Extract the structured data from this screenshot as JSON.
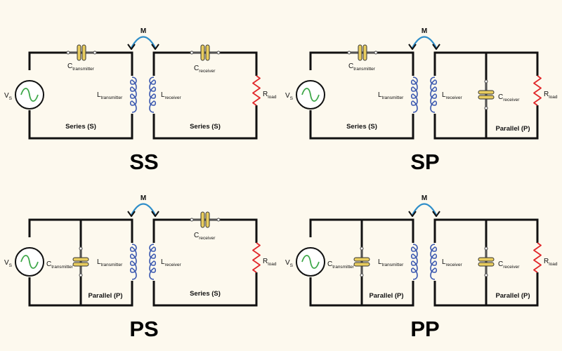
{
  "diagram": {
    "colors": {
      "background": "#fdf9ee",
      "wire": "#111111",
      "capacitor": "#e9cd5e",
      "inductor": "#3a58b0",
      "resistor": "#e0282b",
      "source_wave": "#3fa84a",
      "mutual_arrow": "#2f8ec9"
    },
    "labels": {
      "mutual": "M",
      "source_main": "V",
      "source_sub": "S",
      "c": "C",
      "transmitter": "transmitter",
      "receiver": "receiver",
      "l": "L",
      "r": "R",
      "load": "load",
      "series": "Series (S)",
      "parallel": "Parallel (P)"
    },
    "panels": [
      {
        "id": "SS",
        "title": "SS",
        "primary": "series",
        "secondary": "series"
      },
      {
        "id": "SP",
        "title": "SP",
        "primary": "series",
        "secondary": "parallel"
      },
      {
        "id": "PS",
        "title": "PS",
        "primary": "parallel",
        "secondary": "series"
      },
      {
        "id": "PP",
        "title": "PP",
        "primary": "parallel",
        "secondary": "parallel"
      }
    ]
  }
}
